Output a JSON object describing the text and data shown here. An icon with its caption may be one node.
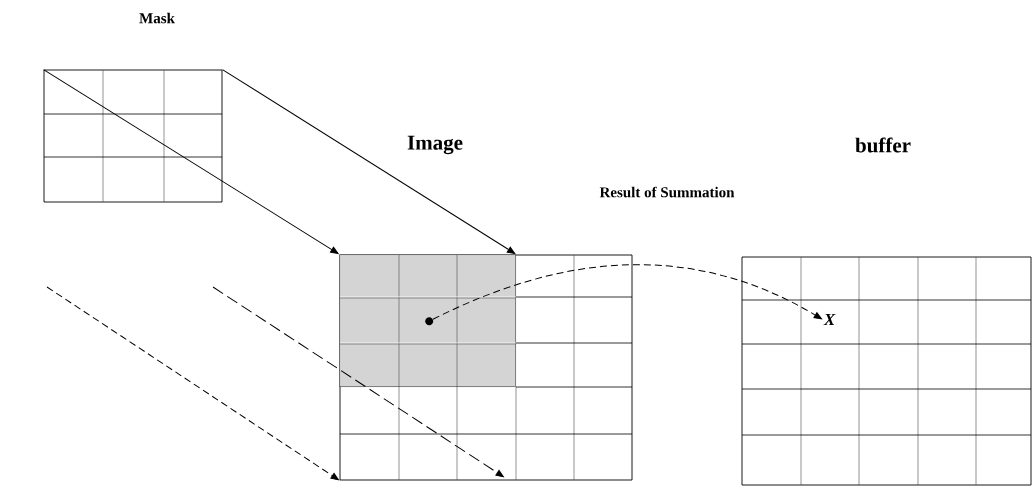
{
  "diagram": {
    "nodes": [
      {
        "text": [
          "Mask"
        ]
      },
      {
        "text": [
          "Image"
        ]
      },
      {
        "text": [
          "buffer"
        ]
      },
      {
        "text": [],
        "shape": "box",
        "in": 1
      },
      {
        "text": [],
        "shape": "circle",
        "in": 3
      },
      {
        "text": [
          "X"
        ],
        "in": 2
      }
    ],
    "edges": [
      {
        "from": 0,
        "to": 3,
        "arrow": "to"
      },
      {
        "from": 0,
        "to": 3,
        "arrow": "to"
      },
      {
        "from": null,
        "to": 1,
        "arrow": "to",
        "style": "dashed"
      },
      {
        "from": null,
        "to": 1,
        "arrow": "to",
        "style": "dashed"
      },
      {
        "from": 4,
        "to": 5,
        "arrow": "to",
        "style": "dashed"
      }
    ],
    "labels": [
      "Result of Summation"
    ]
  }
}
